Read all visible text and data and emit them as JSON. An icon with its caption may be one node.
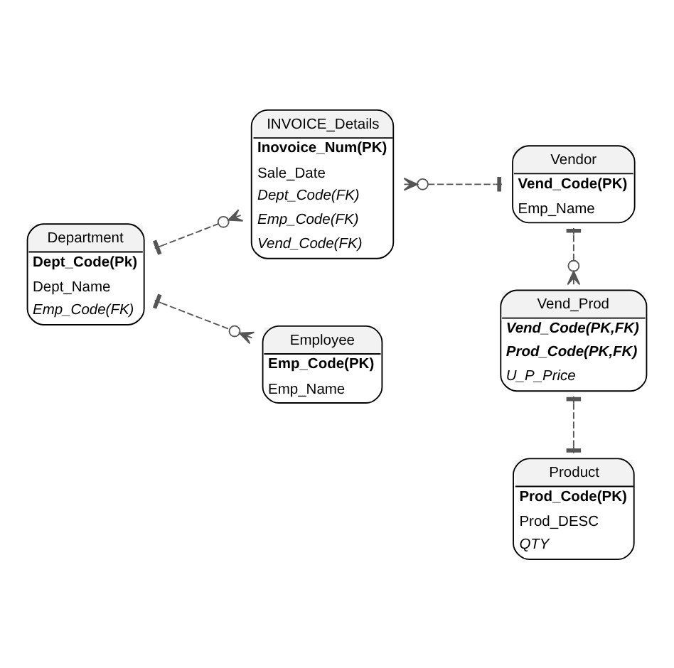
{
  "diagram": {
    "nodes": [
      {
        "text": [
          "INVOICE_Details",
          "Inovoice_Num(PK)",
          "Sale_Date",
          "Dept_Code(FK)",
          "Emp_Code(FK)",
          "Vend_Code(FK)"
        ]
      },
      {
        "text": [
          "Vendor",
          "Vend_Code(PK)",
          "Emp_Name"
        ]
      },
      {
        "text": [
          "Department",
          "Dept_Code(Pk)",
          "Dept_Name",
          "Emp_Code(FK)"
        ]
      },
      {
        "text": [
          "Employee",
          "Emp_Code(PK)",
          "Emp_Name"
        ]
      },
      {
        "text": [
          "Vend_Prod",
          "Vend_Code(PK,FK)",
          "Prod_Code(PK,FK)",
          "U_P_Price"
        ]
      },
      {
        "text": [
          "Product",
          "Prod_Code(PK)",
          "Prod_DESC",
          "QTY"
        ]
      }
    ],
    "edges": [
      {
        "from": 2,
        "to": 0,
        "arrow": "other",
        "style": "dashed"
      },
      {
        "from": 0,
        "to": 1,
        "arrow": "other",
        "style": "dashed"
      },
      {
        "from": 2,
        "to": 3,
        "arrow": "other",
        "style": "dashed"
      },
      {
        "from": 1,
        "to": 4,
        "arrow": "other",
        "style": "dashed"
      },
      {
        "from": 4,
        "to": 5,
        "arrow": "other",
        "style": "dashed"
      }
    ]
  }
}
